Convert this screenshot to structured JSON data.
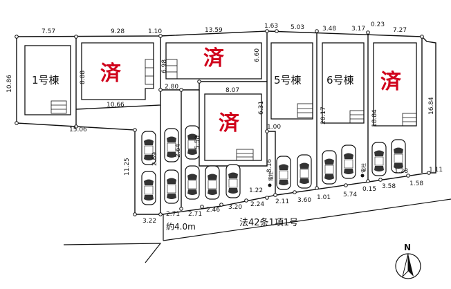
{
  "lots": [
    {
      "label": "1号棟"
    },
    {
      "label": "5号棟"
    },
    {
      "label": "6号棟"
    }
  ],
  "sold_mark": "済",
  "road": {
    "label": "法42条1項1号",
    "width": "約4.0m"
  },
  "pole_label": "電柱",
  "north": "N",
  "dimensions": {
    "top": [
      "7.57",
      "9.28",
      "1.10",
      "13.59",
      "1.63",
      "5.03",
      "3.48",
      "3.17",
      "0.23",
      "7.27"
    ],
    "left_side": "10.86",
    "left_lower": "11.25",
    "right_side": "16.84",
    "lot1_bottom": "15.06",
    "lot2_right": "8.88",
    "lot2_bottom": "10.66",
    "lot3_left": "6.98",
    "lot3_right": "6.60",
    "lot3_step": "2.80",
    "lot4_top": "8.07",
    "lot4_right": "6.31",
    "lot4_left": "8.16",
    "lot5_step": "1.00",
    "lot5_bottom": "1.22",
    "lot6_right": "20.17",
    "lot7_left": "18.84",
    "lot7_step": "1.28",
    "lot7_right": "1.11",
    "drive_a": "2.69",
    "drive_b": "2.64",
    "drive_c": "5.58",
    "bottom": [
      "3.22",
      "2.71",
      "2.71",
      "2.46",
      "3.20",
      "2.24",
      "2.11",
      "3.60",
      "1.01",
      "5.74",
      "0.15",
      "3.58",
      "1.58"
    ]
  }
}
